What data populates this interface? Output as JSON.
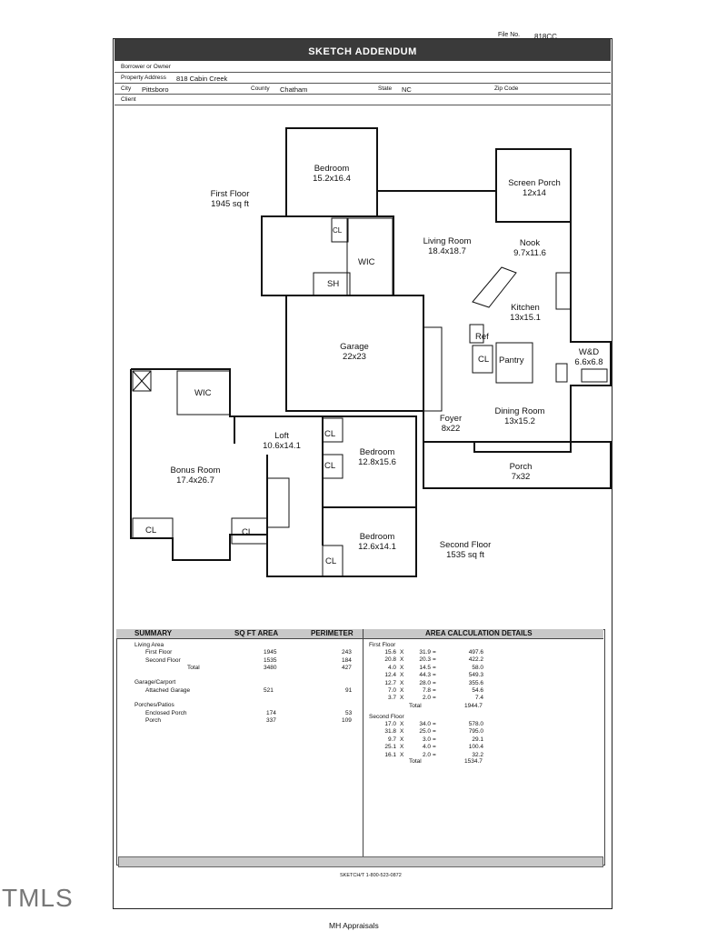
{
  "header": {
    "file_no_label": "File No.",
    "file_no_value": "818CC",
    "title": "SKETCH ADDENDUM",
    "borrower_label": "Borrower or Owner",
    "property_label": "Property Address",
    "property_value": "818 Cabin Creek",
    "city_label": "City",
    "city_value": "Pittsboro",
    "county_label": "County",
    "county_value": "Chatham",
    "state_label": "State",
    "state_value": "NC",
    "zip_label": "Zip Code",
    "client_label": "Client"
  },
  "floorplan": {
    "first_floor_label": "First Floor",
    "first_floor_area": "1945 sq ft",
    "second_floor_label": "Second Floor",
    "second_floor_area": "1535 sq ft",
    "rooms": {
      "bedroom1": {
        "name": "Bedroom",
        "size": "15.2x16.4"
      },
      "screen_porch": {
        "name": "Screen Porch",
        "size": "12x14"
      },
      "living_room": {
        "name": "Living Room",
        "size": "18.4x18.7"
      },
      "nook": {
        "name": "Nook",
        "size": "9.7x11.6"
      },
      "kitchen": {
        "name": "Kitchen",
        "size": "13x15.1"
      },
      "garage": {
        "name": "Garage",
        "size": "22x23"
      },
      "wd": {
        "name": "W&D",
        "size": "6.6x6.8"
      },
      "dining": {
        "name": "Dining Room",
        "size": "13x15.2"
      },
      "foyer": {
        "name": "Foyer",
        "size": "8x22"
      },
      "porch": {
        "name": "Porch",
        "size": "7x32"
      },
      "loft": {
        "name": "Loft",
        "size": "10.6x14.1"
      },
      "bonus": {
        "name": "Bonus Room",
        "size": "17.4x26.7"
      },
      "bedroom2": {
        "name": "Bedroom",
        "size": "12.8x15.6"
      },
      "bedroom3": {
        "name": "Bedroom",
        "size": "12.6x14.1"
      }
    },
    "labels": {
      "cl": "CL",
      "wic": "WIC",
      "sh": "SH",
      "ref": "Ref",
      "pantry": "Pantry"
    }
  },
  "summary": {
    "col_summary": "SUMMARY",
    "col_area": "SQ FT AREA",
    "col_perimeter": "PERIMETER",
    "col_calc": "AREA CALCULATION DETAILS",
    "living_area": "Living Area",
    "first_floor": {
      "label": "First Floor",
      "area": "1945",
      "perimeter": "243"
    },
    "second_floor": {
      "label": "Second Floor",
      "area": "1535",
      "perimeter": "184"
    },
    "living_total": {
      "label": "Total",
      "area": "3480",
      "perimeter": "427"
    },
    "garage_group": "Garage/Carport",
    "attached_garage": {
      "label": "Attached Garage",
      "area": "521",
      "perimeter": "91"
    },
    "porch_group": "Porches/Patios",
    "enclosed_porch": {
      "label": "Enclosed Porch",
      "area": "174",
      "perimeter": "53"
    },
    "porch": {
      "label": "Porch",
      "area": "337",
      "perimeter": "109"
    }
  },
  "calc": {
    "first_floor_label": "First Floor",
    "first_floor_rows": [
      {
        "a": "15.6",
        "op": "X",
        "b": "31.9",
        "eq": "=",
        "r": "497.6"
      },
      {
        "a": "20.8",
        "op": "X",
        "b": "20.3",
        "eq": "=",
        "r": "422.2"
      },
      {
        "a": "4.0",
        "op": "X",
        "b": "14.5",
        "eq": "=",
        "r": "58.0"
      },
      {
        "a": "12.4",
        "op": "X",
        "b": "44.3",
        "eq": "=",
        "r": "549.3"
      },
      {
        "a": "12.7",
        "op": "X",
        "b": "28.0",
        "eq": "=",
        "r": "355.6"
      },
      {
        "a": "7.0",
        "op": "X",
        "b": "7.8",
        "eq": "=",
        "r": "54.6"
      },
      {
        "a": "3.7",
        "op": "X",
        "b": "2.0",
        "eq": "=",
        "r": "7.4"
      }
    ],
    "first_total_label": "Total",
    "first_total": "1944.7",
    "second_floor_label": "Second Floor",
    "second_floor_rows": [
      {
        "a": "17.0",
        "op": "X",
        "b": "34.0",
        "eq": "=",
        "r": "578.0"
      },
      {
        "a": "31.8",
        "op": "X",
        "b": "25.0",
        "eq": "=",
        "r": "795.0"
      },
      {
        "a": "9.7",
        "op": "X",
        "b": "3.0",
        "eq": "=",
        "r": "29.1"
      },
      {
        "a": "25.1",
        "op": "X",
        "b": "4.0",
        "eq": "=",
        "r": "100.4"
      },
      {
        "a": "16.1",
        "op": "X",
        "b": "2.0",
        "eq": "=",
        "r": "32.2"
      }
    ],
    "second_total_label": "Total",
    "second_total": "1534.7"
  },
  "footer": {
    "sketch_credit": "SKETCH/T 1-800-523-0872",
    "appraiser": "MH Appraisals",
    "watermark": "TMLS"
  }
}
